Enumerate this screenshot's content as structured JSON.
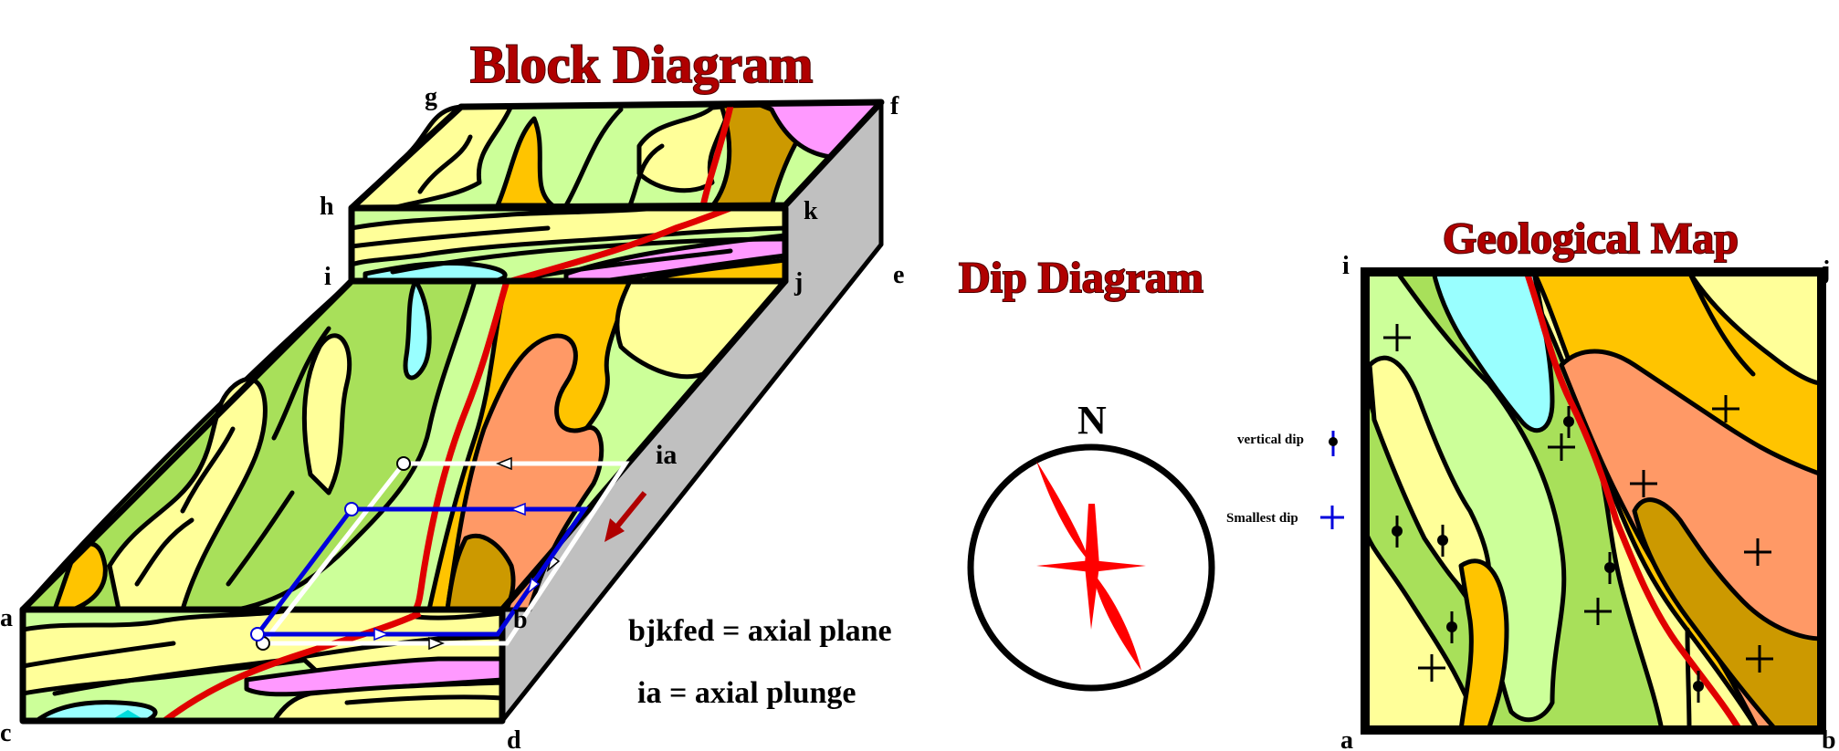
{
  "titles": {
    "block": "Block Diagram",
    "dip": "Dip Diagram",
    "map": "Geological Map"
  },
  "block_labels": {
    "a": "a",
    "b": "b",
    "c": "c",
    "d": "d",
    "e": "e",
    "f": "f",
    "g": "g",
    "h": "h",
    "i": "i",
    "j": "j",
    "k": "k",
    "ia": "ia"
  },
  "annotations": {
    "axial_plane": "bjkfed = axial plane",
    "axial_plunge": "ia = axial plunge"
  },
  "compass": {
    "north": "N"
  },
  "map_labels": {
    "i": "i",
    "j": "j",
    "a": "a",
    "b": "b"
  },
  "legend": {
    "vertical_dip": "vertical dip",
    "smallest_dip": "Smallest dip"
  },
  "colors": {
    "light_green": "#ccff99",
    "green": "#a8e05a",
    "pale_yellow": "#ffff99",
    "orange": "#ffc400",
    "brown": "#cc9900",
    "salmon": "#ff9966",
    "pink": "#ff99ff",
    "cyan": "#99ffff",
    "gray": "#c0c0c0",
    "fault": "#e00000",
    "axial_blue": "#0000dd"
  }
}
